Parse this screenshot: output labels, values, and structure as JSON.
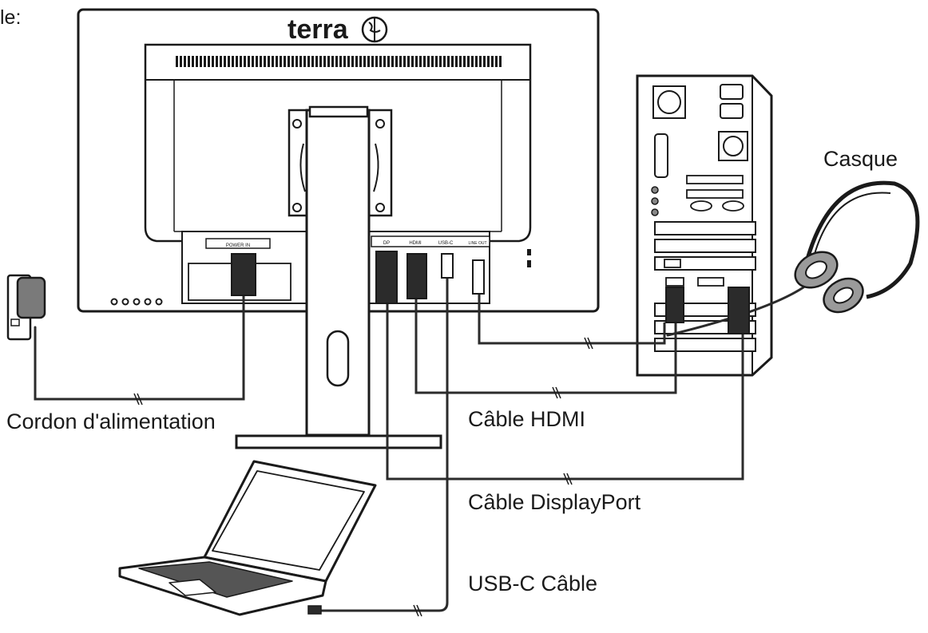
{
  "partial_label": "le:",
  "brand": "terra",
  "monitor_ports": [
    "DP",
    "HDMI",
    "USB-C",
    "LINE OUT"
  ],
  "power_port": "POWER IN",
  "labels": {
    "headset": "Casque",
    "power_cord": "Cordon d'alimentation",
    "hdmi_cable": "Câble HDMI",
    "displayport_cable": "Câble DisplayPort",
    "usbc_cable": "USB-C Câble"
  },
  "colors": {
    "line": "#1a1a1a",
    "cable": "#2b2b2b",
    "fill": "#ffffff",
    "shade": "#9a9a9a"
  }
}
